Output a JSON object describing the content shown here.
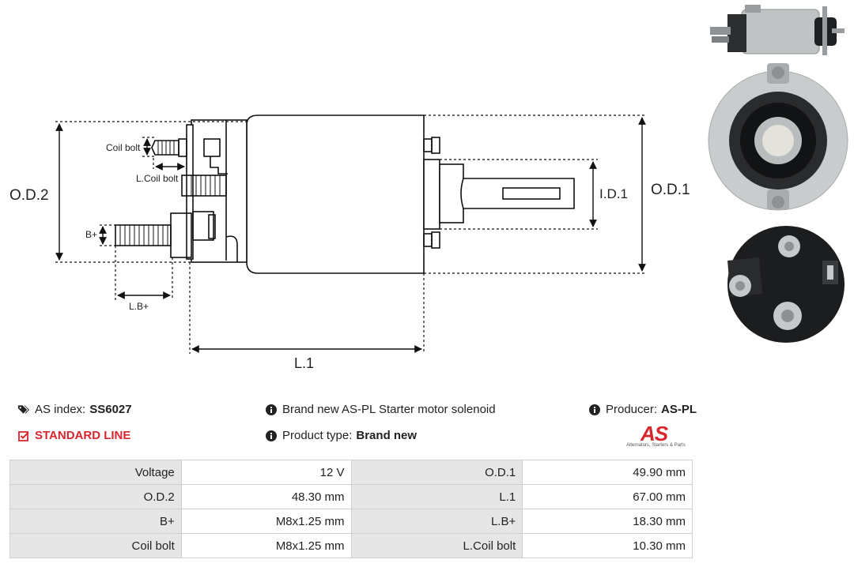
{
  "dimensions": {
    "od2": "O.D.2",
    "od1": "O.D.1",
    "id1": "I.D.1",
    "l1": "L.1",
    "coil_bolt": "Coil bolt",
    "l_coil_bolt": "L.Coil bolt",
    "b_plus": "B+",
    "l_b_plus": "L.B+"
  },
  "info": {
    "as_index_label": "AS index:",
    "as_index_value": "SS6027",
    "standard_line": "STANDARD LINE",
    "description": "Brand new AS-PL Starter motor solenoid",
    "product_type_label": "Product type:",
    "product_type_value": "Brand new",
    "producer_label": "Producer:",
    "producer_value": "AS-PL"
  },
  "logo": {
    "mark": "AS",
    "tagline": "Alternators, Starters & Parts"
  },
  "specs": {
    "rows": [
      {
        "l1": "Voltage",
        "v1": "12 V",
        "l2": "O.D.1",
        "v2": "49.90 mm"
      },
      {
        "l1": "O.D.2",
        "v1": "48.30 mm",
        "l2": "L.1",
        "v2": "67.00 mm"
      },
      {
        "l1": "B+",
        "v1": "M8x1.25 mm",
        "l2": "L.B+",
        "v2": "18.30 mm"
      },
      {
        "l1": "Coil bolt",
        "v1": "M8x1.25 mm",
        "l2": "L.Coil bolt",
        "v2": "10.30 mm"
      }
    ]
  },
  "colors": {
    "accent_red": "#d7262d",
    "label_bg": "#e6e6e6",
    "border": "#cfcfcf"
  },
  "icons": {
    "tags": "tags-icon",
    "check": "check-square-icon",
    "info": "info-circle-icon"
  }
}
